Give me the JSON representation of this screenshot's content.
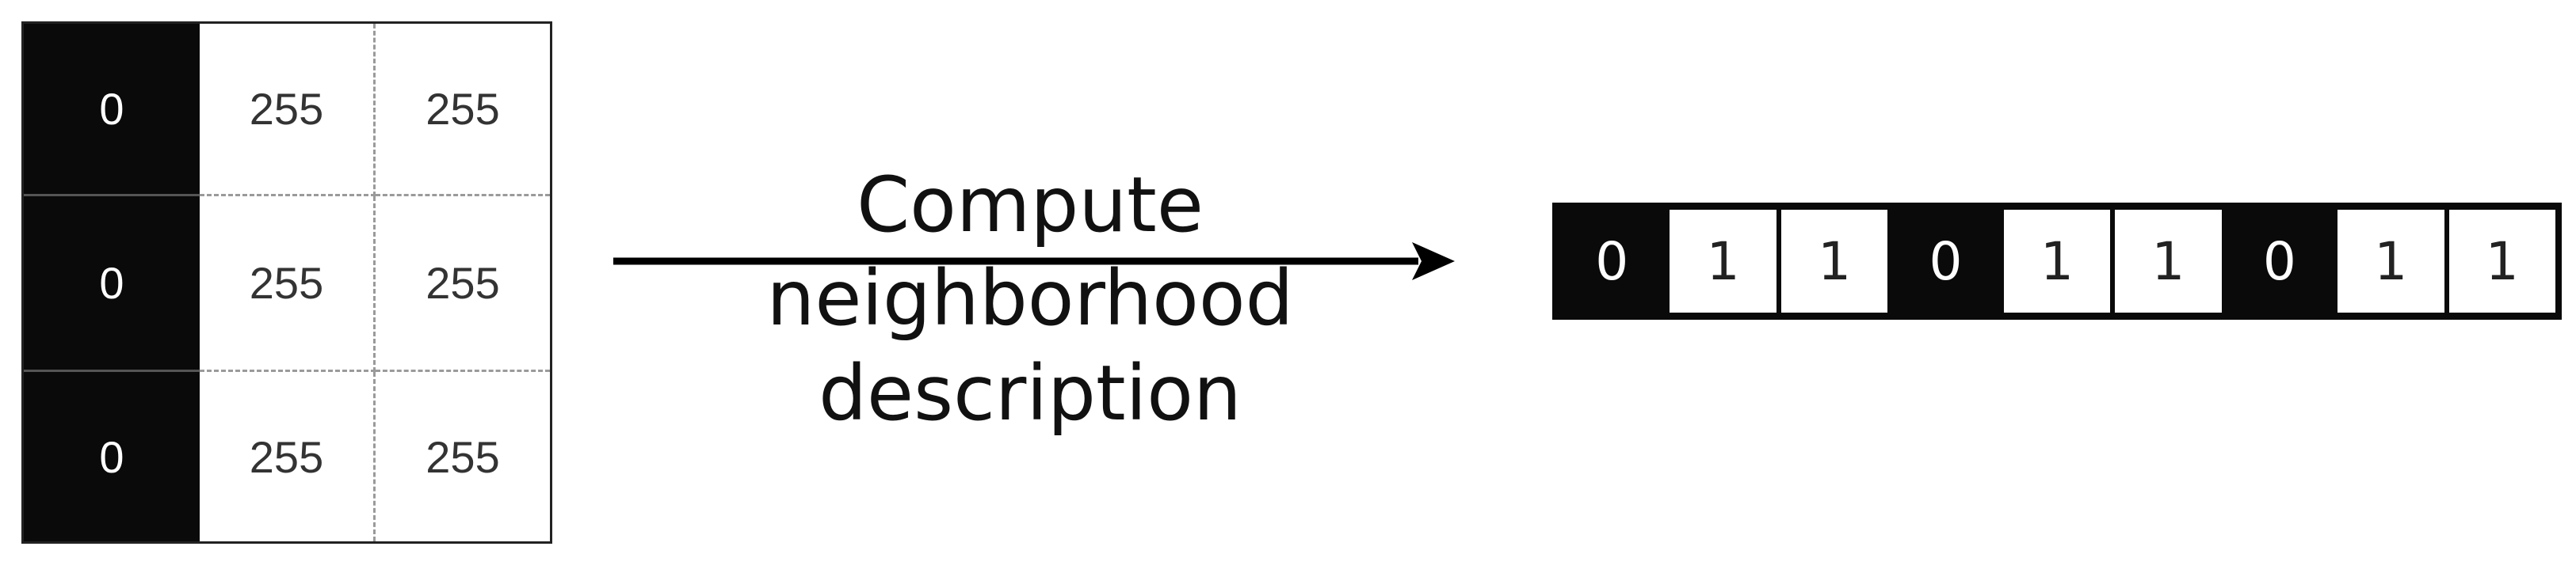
{
  "pixel_grid": {
    "rows": [
      [
        "0",
        "255",
        "255"
      ],
      [
        "0",
        "255",
        "255"
      ],
      [
        "0",
        "255",
        "255"
      ]
    ],
    "cell_colors": [
      [
        "black",
        "white",
        "white"
      ],
      [
        "black",
        "white",
        "white"
      ],
      [
        "black",
        "white",
        "white"
      ]
    ]
  },
  "transform": {
    "label_line1": "Compute neighborhood",
    "label_line2": "description"
  },
  "descriptor": {
    "values": [
      "0",
      "1",
      "1",
      "0",
      "1",
      "1",
      "0",
      "1",
      "1"
    ],
    "cell_colors": [
      "black",
      "white",
      "white",
      "black",
      "white",
      "white",
      "black",
      "white",
      "white"
    ]
  },
  "colors": {
    "dark": "#0a0a0a",
    "light": "#ffffff",
    "divider": "#9a9a9a"
  }
}
